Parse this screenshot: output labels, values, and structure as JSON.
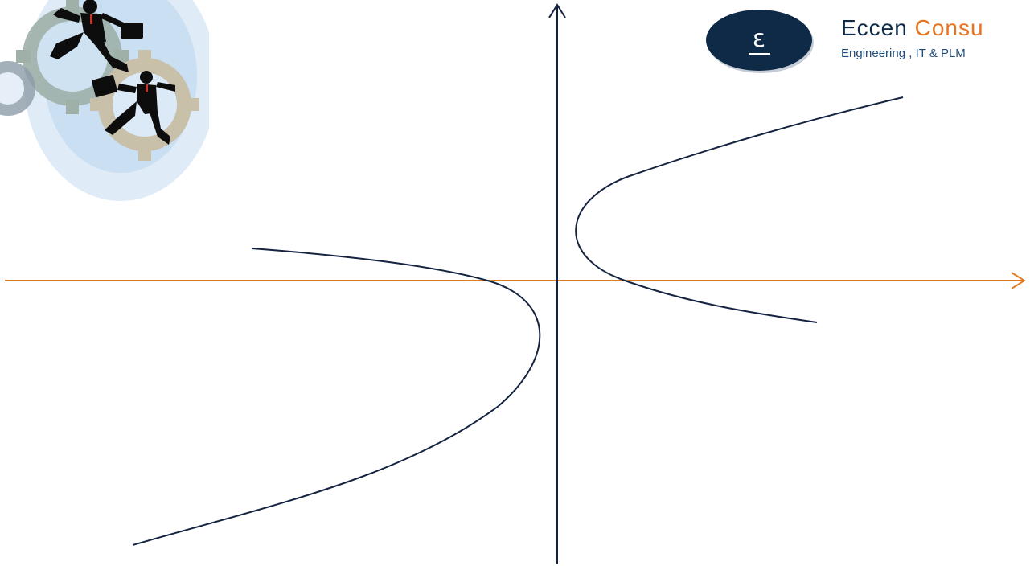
{
  "brand": {
    "logo_glyph": "ε",
    "name_part1": "Eccen",
    "name_part2": "Consu",
    "tagline": "Engineering , IT & PLM",
    "colors": {
      "navy": "#0e2a47",
      "orange": "#e8731e",
      "tagline_blue": "#1f4c7a"
    }
  },
  "clipart": {
    "icon": "businessmen-running-on-gears-icon"
  },
  "diagram": {
    "description_type": "graph-curves",
    "x_axis_color": "#e07b22",
    "y_axis_color": "#14233f",
    "curve_color": "#14233f"
  }
}
